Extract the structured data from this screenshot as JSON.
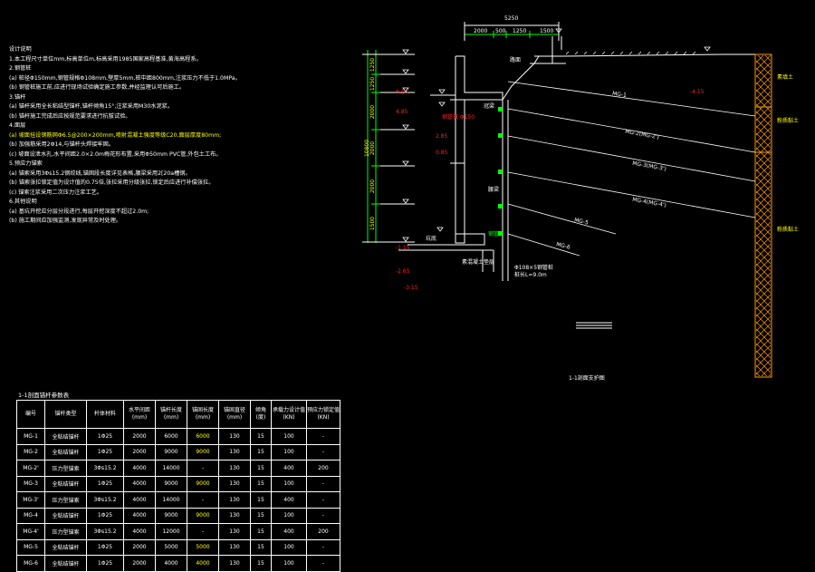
{
  "notes": {
    "title": "设计说明",
    "lines": [
      {
        "text": "1.本工程尺寸单位mm,标高单位m,标高采用1985国家高程基准,黄海高程系。",
        "hl": false
      },
      {
        "text": "2.钢管桩",
        "hl": false
      },
      {
        "text": "(a) 桩径Φ150mm,钢管规格Φ108mm,壁厚5mm,桩中距800mm,注浆压力不低于1.0MPa。",
        "hl": false
      },
      {
        "text": "(b) 钢管桩施工前,应进行现场试验确定施工参数,并经监理认可后施工。",
        "hl": false
      },
      {
        "text": "3.锚杆",
        "hl": false
      },
      {
        "text": "(a) 锚杆采用全长粘结型锚杆,锚杆倾角15°,注浆采用M30水泥浆。",
        "hl": false
      },
      {
        "text": "(b) 锚杆施工完成后应按规范要求进行抗拔试验。",
        "hl": false
      },
      {
        "text": "4.面层",
        "hl": false
      },
      {
        "text": "(a) 坡面挂设钢筋网Φ6.5@200×200mm,喷射混凝土强度等级C20,面层厚度80mm;",
        "hl": true
      },
      {
        "text": "(b) 加强筋采用2Φ14,与锚杆头焊接牢固。",
        "hl": false
      },
      {
        "text": "(c) 坡面设泄水孔,水平间距2.0×2.0m梅花形布置,采用Φ50mm PVC管,外包土工布。",
        "hl": false
      },
      {
        "text": "5.预应力锚索",
        "hl": false
      },
      {
        "text": "(a) 锚索采用3Φs15.2钢绞线,锚固段长度详见表格,腰梁采用2[20a槽钢。",
        "hl": false
      },
      {
        "text": "(b) 锚索张拉锁定值为设计值的0.75倍,张拉采用分级张拉,锁定后应进行补偿张拉。",
        "hl": false
      },
      {
        "text": "(c) 锚索注浆采用二次压力注浆工艺。",
        "hl": false
      },
      {
        "text": "6.其他说明",
        "hl": false
      },
      {
        "text": "(a) 基坑开挖应分层分段进行,每层开挖深度不超过2.0m;",
        "hl": false
      },
      {
        "text": "(b) 施工期间应加强监测,发现异常及时处理。",
        "hl": false
      }
    ]
  },
  "section": {
    "title": "1-1剖面支护图",
    "dims_top": [
      "5250",
      "2000",
      "500",
      "1250",
      "1500"
    ],
    "dims_left": [
      "10800",
      "1250",
      "1250",
      "2000",
      "2000",
      "2000",
      "1500"
    ],
    "anchor_labels": [
      "MG-1",
      "MG-2(MG-2')",
      "MG-3(MG-3')",
      "MG-4(MG-4')",
      "MG-5",
      "MG-6"
    ],
    "elevation_labels": [
      "6.10",
      "4.85",
      "2.85",
      "0.85",
      "-1.15",
      "-2.65",
      "-3.15",
      "-4.15"
    ],
    "note_labels": [
      "路面",
      "冠梁",
      "腰梁",
      "钢管桩",
      "素混凝土垫层",
      "坑底",
      "Φ108×5钢管桩",
      "桩长L=9.0m"
    ],
    "red_label": "钢管桩 Φ150",
    "soil_labels": [
      "素填土",
      "粉质黏土",
      "粉质黏土"
    ]
  },
  "table": {
    "title": "1-1剖面锚杆参数表",
    "headers": [
      "编号",
      "锚杆类型",
      "杆体材料",
      "水平间距 (mm)",
      "锚杆长度 (mm)",
      "锚固长度 (mm)",
      "锚固直径 (mm)",
      "倾角 (度)",
      "承载力设计值 (KN)",
      "预应力锁定值 (KN)"
    ],
    "rows": [
      [
        "MG-1",
        "全粘结锚杆",
        "1Φ25",
        "2000",
        "6000",
        "6000",
        "130",
        "15",
        "100",
        "-"
      ],
      [
        "MG-2",
        "全粘结锚杆",
        "1Φ25",
        "2000",
        "9000",
        "9000",
        "130",
        "15",
        "100",
        "-"
      ],
      [
        "MG-2'",
        "压力型锚索",
        "3Φs15.2",
        "4000",
        "14000",
        "-",
        "130",
        "15",
        "400",
        "200"
      ],
      [
        "MG-3",
        "全粘结锚杆",
        "1Φ25",
        "4000",
        "9000",
        "9000",
        "130",
        "15",
        "100",
        "-"
      ],
      [
        "MG-3'",
        "压力型锚索",
        "3Φs15.2",
        "4000",
        "14000",
        "-",
        "130",
        "15",
        "400",
        "-"
      ],
      [
        "MG-4",
        "全粘结锚杆",
        "1Φ25",
        "4000",
        "9000",
        "9000",
        "130",
        "15",
        "100",
        "-"
      ],
      [
        "MG-4'",
        "压力型锚索",
        "3Φs15.2",
        "4000",
        "12000",
        "-",
        "130",
        "15",
        "400",
        "200"
      ],
      [
        "MG-5",
        "全粘结锚杆",
        "1Φ25",
        "2000",
        "5000",
        "5000",
        "130",
        "15",
        "100",
        "-"
      ],
      [
        "MG-6",
        "全粘结锚杆",
        "1Φ25",
        "2000",
        "4000",
        "4000",
        "130",
        "15",
        "100",
        "-"
      ]
    ],
    "highlight_col": 5,
    "highlight_rows": [
      0,
      1,
      3,
      5,
      7,
      8
    ]
  }
}
